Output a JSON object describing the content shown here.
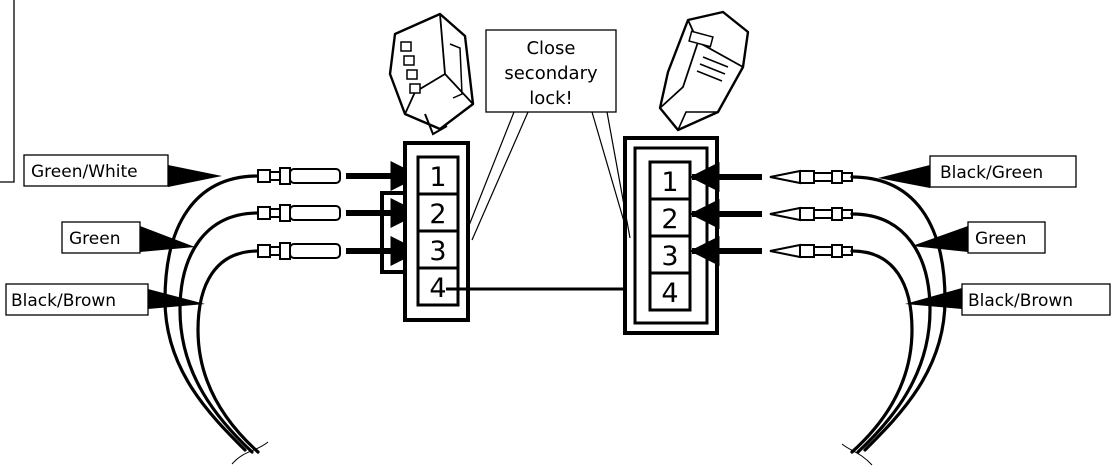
{
  "callout": {
    "line1": "Close",
    "line2": "secondary",
    "line3": "lock!"
  },
  "left_connector": {
    "wires": [
      "Green/White",
      "Green",
      "Black/Brown"
    ],
    "pins": [
      "1",
      "2",
      "3",
      "4"
    ]
  },
  "right_connector": {
    "wires": [
      "Black/Green",
      "Green",
      "Black/Brown"
    ],
    "pins": [
      "1",
      "2",
      "3",
      "4"
    ]
  }
}
